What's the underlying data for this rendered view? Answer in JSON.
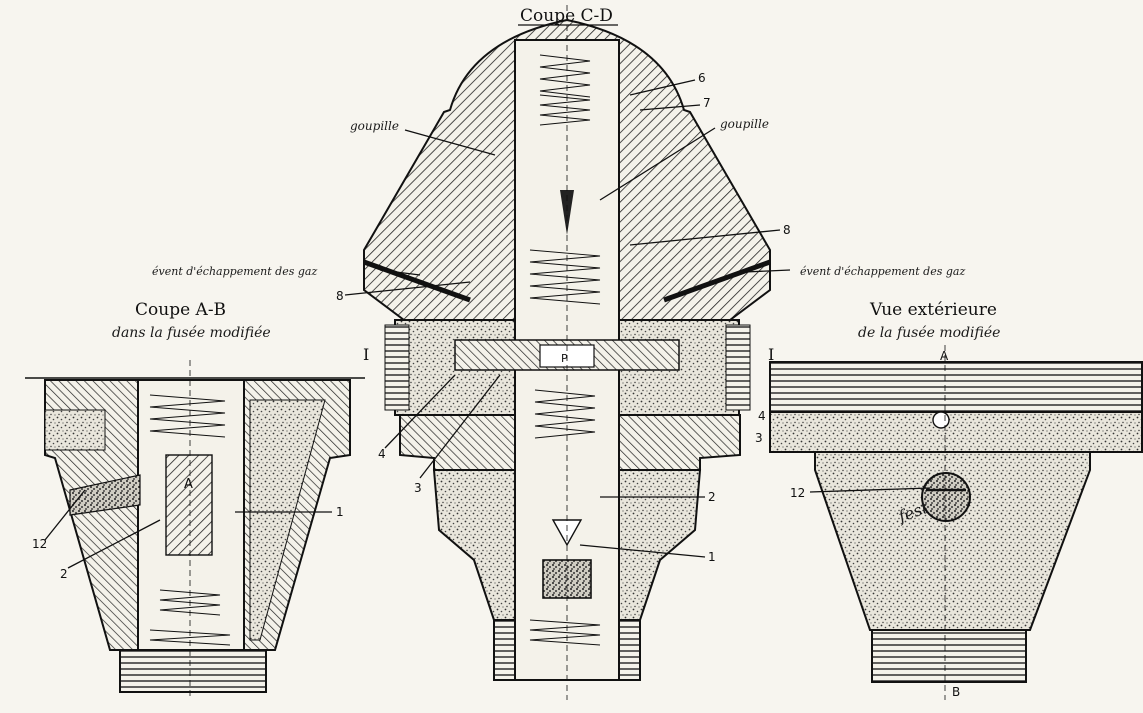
{
  "titles": {
    "section_cd": "Coupe C-D",
    "section_ab_line1": "Coupe A-B",
    "section_ab_line2": "dans la fusée modifiée",
    "exterior_line1": "Vue extérieure",
    "exterior_line2": "de la fusée modifiée"
  },
  "labels": {
    "goupille_left": "goupille",
    "goupille_right": "goupille",
    "event_left": "évent d'échappement des gaz",
    "event_right": "évent d'échappement des gaz",
    "fest": "fest",
    "letter_a_top": "A",
    "letter_b_bottom": "B",
    "roman_left": "I",
    "roman_right": "I",
    "letter_a_inner": "A",
    "letter_p": "P"
  },
  "callouts": {
    "n6": "6",
    "n7": "7",
    "n8_right": "8",
    "n8_left": "8",
    "n1_center": "1",
    "n2_center": "2",
    "n3_left": "3",
    "n3_right": "3",
    "n4_left": "4",
    "n4_right": "4",
    "n1_left": "1",
    "n2_left": "2",
    "n12_left": "12",
    "n12_right": "12"
  },
  "colors": {
    "paper": "#f7f5ef",
    "ink": "#111111"
  }
}
